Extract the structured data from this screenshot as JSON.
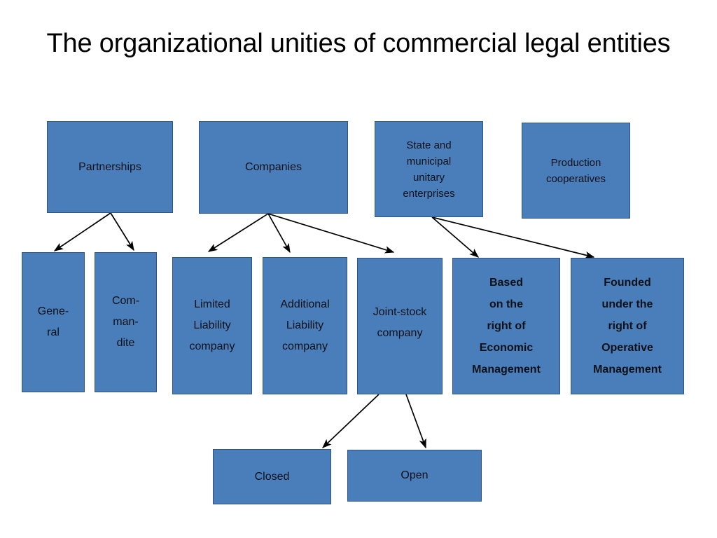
{
  "title": "The organizational unities of commercial legal entities",
  "theme": {
    "box_fill": "#4A7EBB",
    "box_border": "#2E5481",
    "text_color": "#0d1117",
    "background": "#ffffff",
    "arrow_color": "#000000"
  },
  "nodes": {
    "partnerships": "Partnerships",
    "companies": "Companies",
    "state_municipal": "State and\nmunicipal\nunitary\nenterprises",
    "production_cooperatives": "Production\ncooperatives",
    "general": "Gene-\nral",
    "commandite": "Com-\nman-\ndite",
    "limited_liability": "Limited\nLiability\ncompany",
    "additional_liability": "Additional\nLiability\ncompany",
    "joint_stock": "Joint-stock\ncompany",
    "economic_management": "Based\non the\nright of\nEconomic\nManagement",
    "operative_management": "Founded\nunder the\nright of\nOperative\nManagement",
    "closed": "Closed",
    "open": "Open"
  },
  "edges": [
    {
      "from": "partnerships",
      "to": "general"
    },
    {
      "from": "partnerships",
      "to": "commandite"
    },
    {
      "from": "companies",
      "to": "limited_liability"
    },
    {
      "from": "companies",
      "to": "additional_liability"
    },
    {
      "from": "companies",
      "to": "joint_stock"
    },
    {
      "from": "state_municipal",
      "to": "economic_management"
    },
    {
      "from": "state_municipal",
      "to": "operative_management"
    },
    {
      "from": "joint_stock",
      "to": "closed"
    },
    {
      "from": "joint_stock",
      "to": "open"
    }
  ]
}
